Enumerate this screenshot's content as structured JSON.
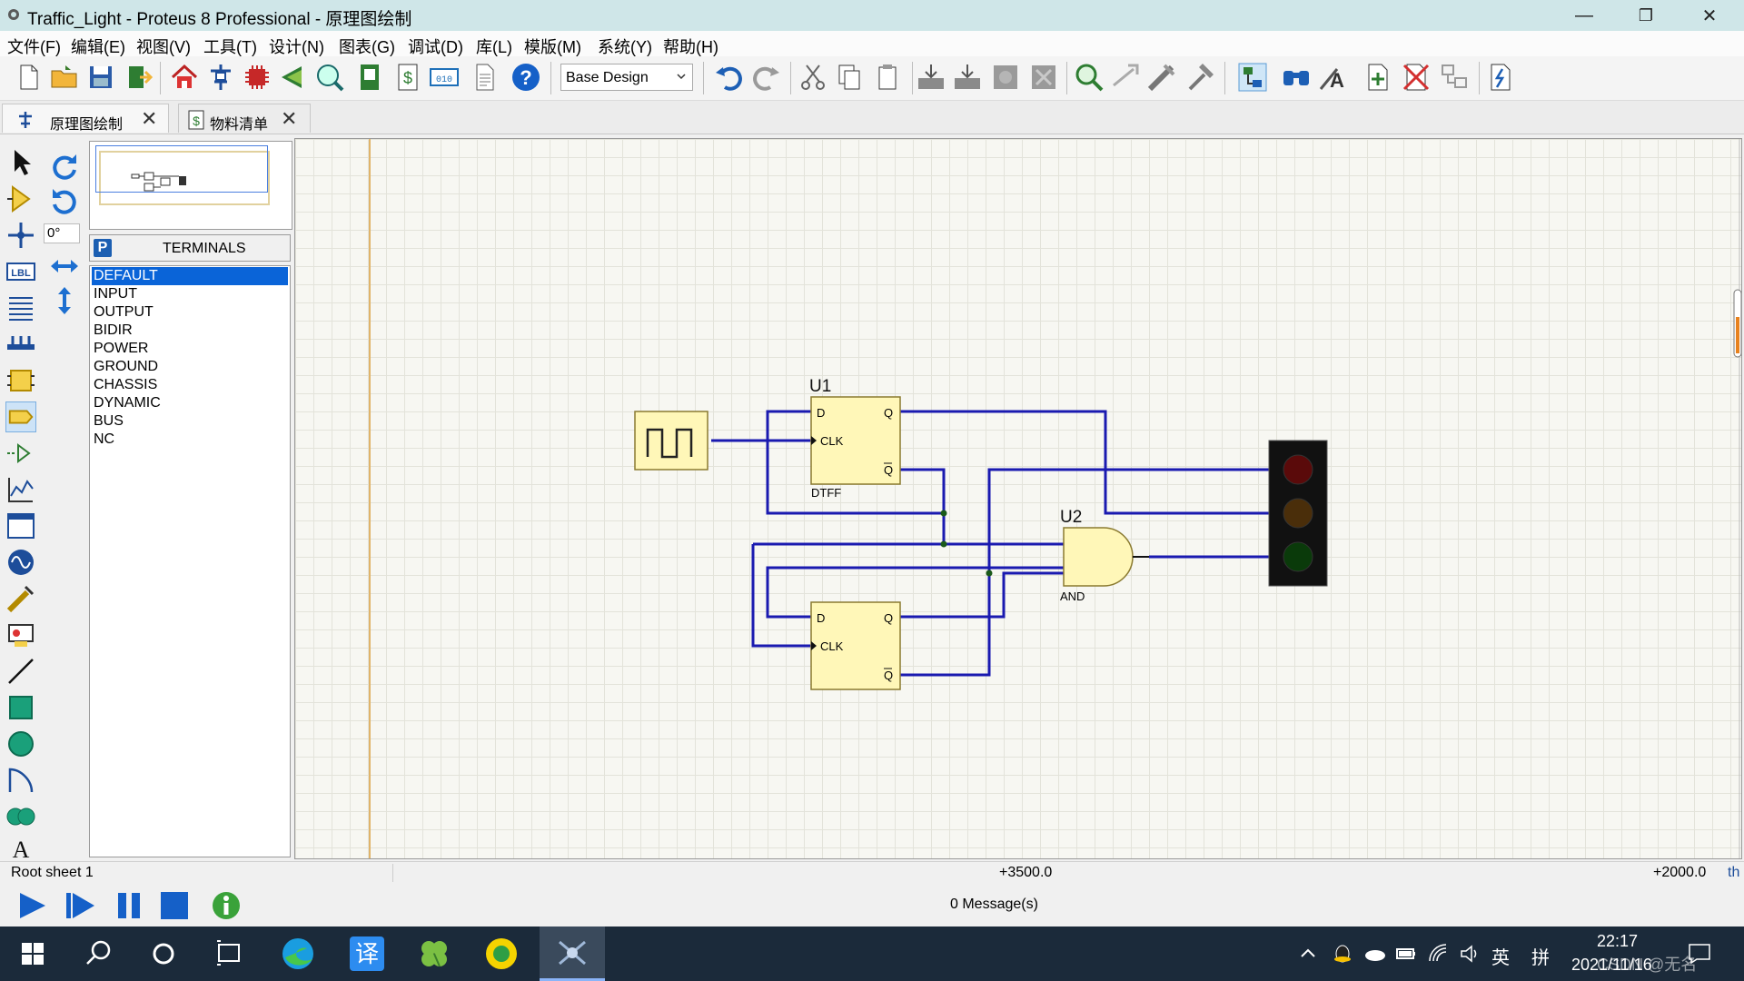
{
  "window": {
    "title": "Traffic_Light - Proteus 8 Professional - 原理图绘制",
    "min": "—",
    "max": "❐",
    "close": "✕"
  },
  "menu": [
    "文件(F)",
    "编辑(E)",
    "视图(V)",
    "工具(T)",
    "设计(N)",
    "图表(G)",
    "调试(D)",
    "库(L)",
    "模版(M)",
    "系统(Y)",
    "帮助(H)"
  ],
  "toolbar": {
    "design_select": "Base Design",
    "icons": [
      "new-file-icon",
      "open-folder-icon",
      "save-icon",
      "import-icon",
      "home-icon",
      "schematic-icon",
      "pcb-icon",
      "3d-icon",
      "gerber-icon",
      "bom-icon",
      "source-icon",
      "report-icon",
      "help-icon",
      "undo-icon",
      "redo-icon",
      "cut-icon",
      "copy-icon",
      "paste-icon",
      "block-copy-icon",
      "block-move-icon",
      "block-rotate-icon",
      "block-delete-icon",
      "zoom-pick-icon",
      "wire-autoroute-icon",
      "property-tool-icon",
      "hammer-icon",
      "netlist-icon",
      "search-icon",
      "property-assign-icon",
      "new-sheet-icon",
      "delete-sheet-icon",
      "exit-sheet-icon",
      "electrical-rule-icon"
    ]
  },
  "tabs": [
    {
      "label": "原理图绘制",
      "active": true
    },
    {
      "label": "物料清单",
      "active": false
    }
  ],
  "rotation": "0°",
  "panel": {
    "logo": "P",
    "title": "TERMINALS",
    "items": [
      "DEFAULT",
      "INPUT",
      "OUTPUT",
      "BIDIR",
      "POWER",
      "GROUND",
      "CHASSIS",
      "DYNAMIC",
      "BUS",
      "NC"
    ],
    "selected": 0
  },
  "schematic": {
    "u1_ref": "U1",
    "u1_type": "DTFF",
    "u2_ref": "U2",
    "u2_type": "AND",
    "pin_d": "D",
    "pin_clk": "CLK",
    "pin_q": "Q",
    "pin_qbar": "Q"
  },
  "status": {
    "sheet": "Root sheet 1",
    "coord_x": "+3500.0",
    "coord_y": "+2000.0",
    "unit": "th",
    "messages": "0 Message(s)"
  },
  "taskbar": {
    "time": "22:17",
    "date": "2021/11/16",
    "lang": "英",
    "ime": "拼",
    "watermark": "CSDN @无名"
  }
}
